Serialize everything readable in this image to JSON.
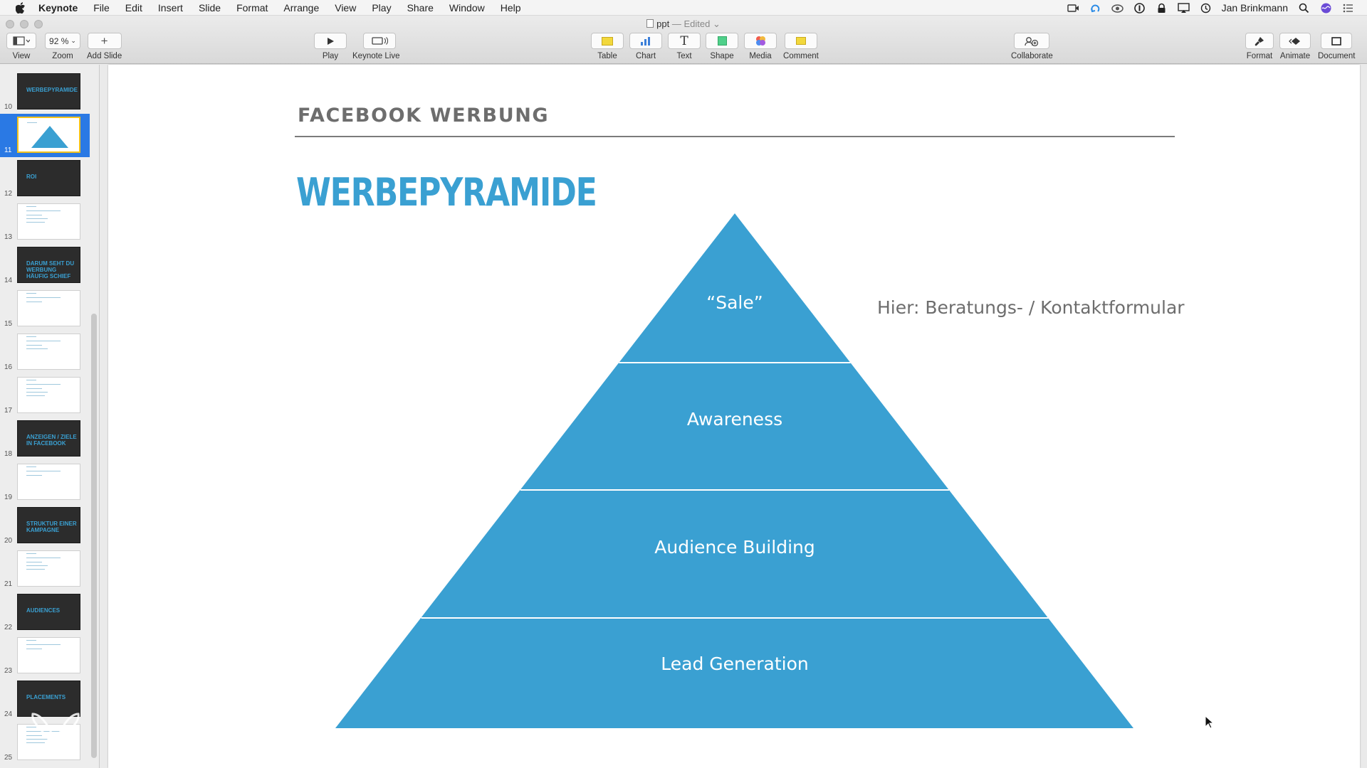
{
  "menubar": {
    "apple": "",
    "items": [
      "Keynote",
      "File",
      "Edit",
      "Insert",
      "Slide",
      "Format",
      "Arrange",
      "View",
      "Play",
      "Share",
      "Window",
      "Help"
    ],
    "user": "Jan Brinkmann"
  },
  "window": {
    "doc_name": "ppt",
    "doc_status": "— Edited"
  },
  "toolbar": {
    "view": "View",
    "zoom_value": "92 %",
    "zoom": "Zoom",
    "add_slide": "Add Slide",
    "play": "Play",
    "keynote_live": "Keynote Live",
    "table": "Table",
    "chart": "Chart",
    "text": "Text",
    "shape": "Shape",
    "media": "Media",
    "comment": "Comment",
    "collaborate": "Collaborate",
    "format": "Format",
    "animate": "Animate",
    "document": "Document",
    "colors": {
      "table": "#f2d83c",
      "chart": "#3b7fd9",
      "shape": "#4fd08a",
      "comment": "#f2d83c"
    }
  },
  "sidebar": {
    "selected": "11",
    "slides": [
      {
        "num": "10",
        "style": "dark",
        "title": "WERBEPYRAMIDE"
      },
      {
        "num": "11",
        "style": "pyramid",
        "title": ""
      },
      {
        "num": "12",
        "style": "dark",
        "title": "ROI"
      },
      {
        "num": "13",
        "style": "light",
        "title": ""
      },
      {
        "num": "14",
        "style": "dark",
        "title": "DARUM SEHT DU WERBUNG HÄUFIG SCHIEF"
      },
      {
        "num": "15",
        "style": "light",
        "title": ""
      },
      {
        "num": "16",
        "style": "light",
        "title": ""
      },
      {
        "num": "17",
        "style": "light",
        "title": ""
      },
      {
        "num": "18",
        "style": "dark",
        "title": "ANZEIGEN / ZIELE IN FACEBOOK"
      },
      {
        "num": "19",
        "style": "light",
        "title": ""
      },
      {
        "num": "20",
        "style": "dark",
        "title": "STRUKTUR EINER KAMPAGNE"
      },
      {
        "num": "21",
        "style": "light",
        "title": ""
      },
      {
        "num": "22",
        "style": "dark",
        "title": "AUDIENCES"
      },
      {
        "num": "23",
        "style": "light",
        "title": ""
      },
      {
        "num": "24",
        "style": "dark",
        "title": "PLACEMENTS"
      },
      {
        "num": "25",
        "style": "light",
        "title": ""
      }
    ]
  },
  "slide": {
    "header": "FACEBOOK WERBUNG",
    "title": "WERBEPYRAMIDE",
    "pyramid_color": "#3aa0d2",
    "levels": [
      "“Sale”",
      "Awareness",
      "Audience Building",
      "Lead Generation"
    ],
    "note": "Hier: Beratungs- / Kontaktformular"
  }
}
